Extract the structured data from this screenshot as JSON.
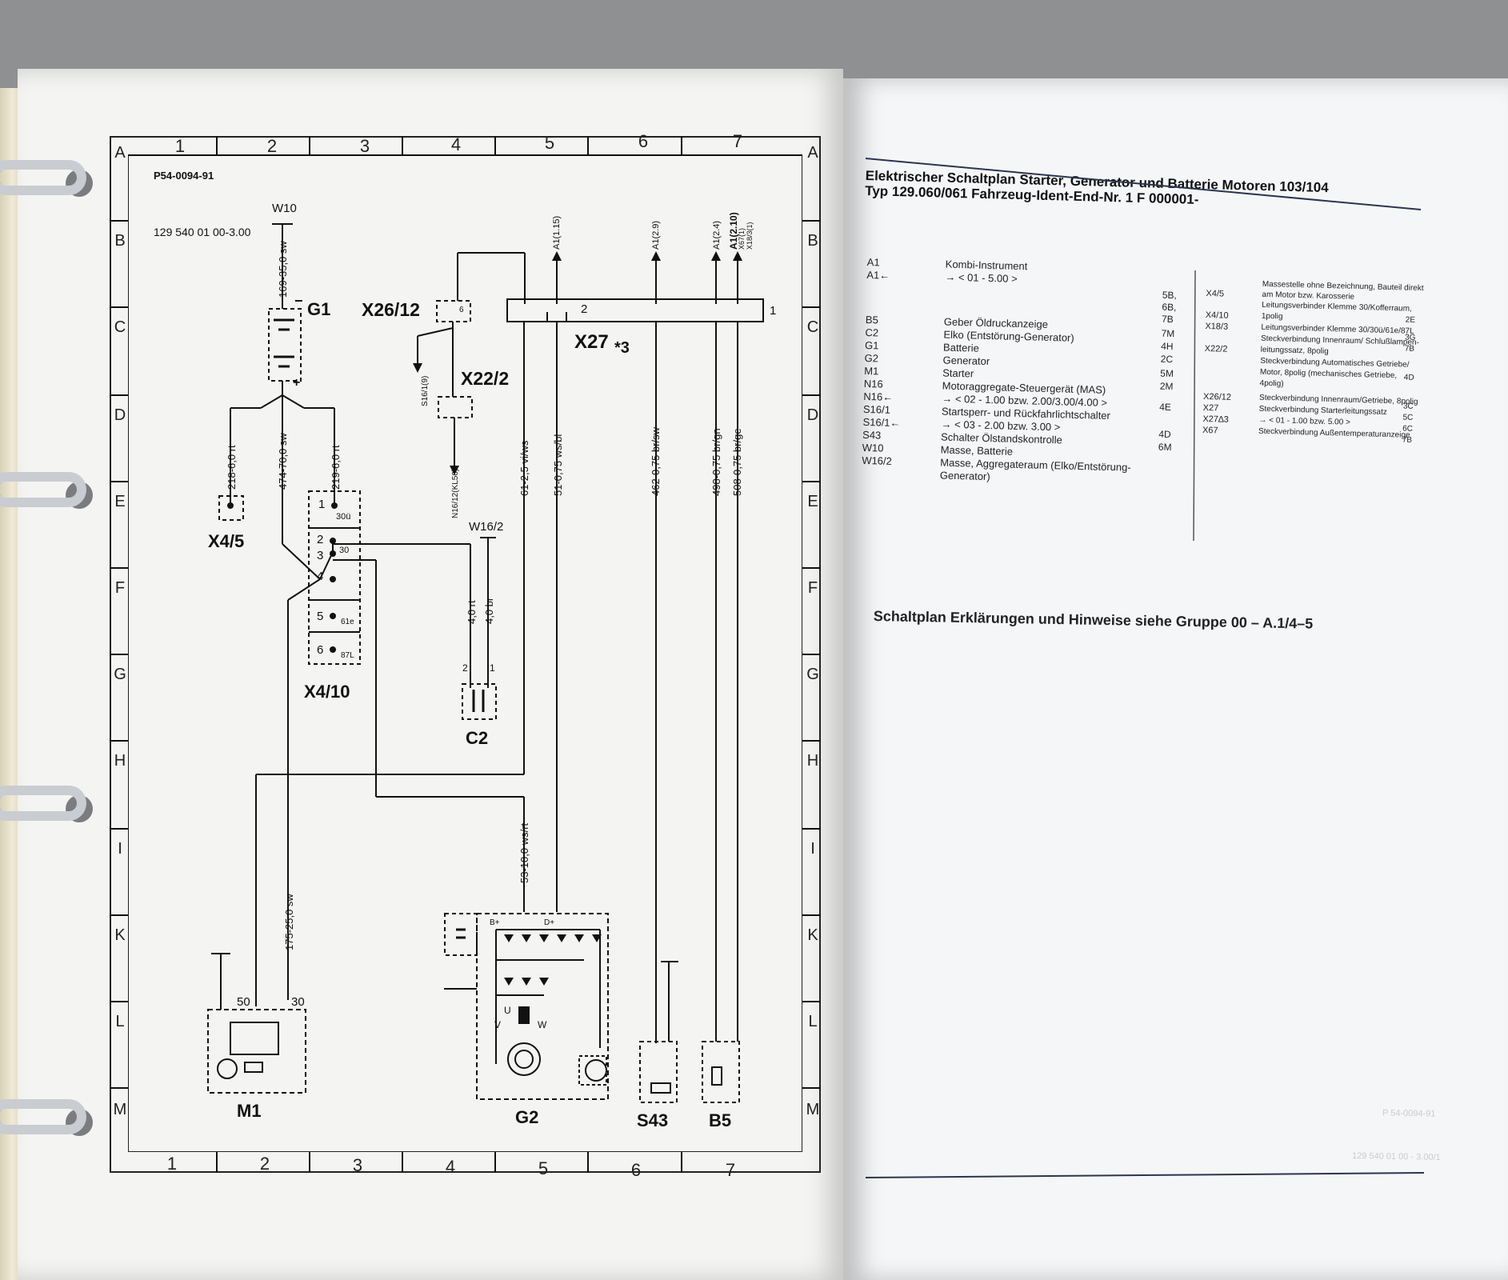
{
  "left_page": {
    "diagram_code": "P54-0094-91",
    "part_number": "129 540 01 00-3.00",
    "col_numbers": [
      "1",
      "2",
      "3",
      "4",
      "5",
      "6",
      "7"
    ],
    "row_letters": [
      "A",
      "B",
      "C",
      "D",
      "E",
      "F",
      "G",
      "H",
      "I",
      "K",
      "L",
      "M"
    ],
    "components": {
      "w10": "W10",
      "g1": "G1",
      "x26_12": "X26/12",
      "x27": "X27",
      "x27_star": "*3",
      "x22_2": "X22/2",
      "x4_5": "X4/5",
      "x4_10": "X4/10",
      "w16_2": "W16/2",
      "c2": "C2",
      "m1": "M1",
      "g2": "G2",
      "s43": "S43",
      "b5": "B5"
    },
    "wires": {
      "w169": "169-35,0 sw",
      "w218": "218-6,0 rt",
      "w474": "474-70,0 sw",
      "w219": "219-6,0 rt",
      "w61": "61-2,5 vi/ws",
      "w51": "51-0,75 ws/bl",
      "w462": "462-0,75 br/sw",
      "w498": "498-0,75 br/gn",
      "w508": "508-0,75 br/ge",
      "w53": "53-10,0 ws/rt",
      "w175": "175-25,0 sw",
      "w40rt": "4,0 rt",
      "w40br": "4,0 br",
      "a1_115": "A1(1.15)",
      "a1_29": "A1(2.9)",
      "a1_24": "A1(2.4)",
      "a1_210": "A1(2.10)",
      "x67": "X67(1)",
      "x18_3": "X18/3(1)",
      "s16_19": "S16/1(9)",
      "n16": "N16/12(KL50)"
    },
    "pins": {
      "g1_minus": "−",
      "g1_plus": "+",
      "x4_10_1": "1",
      "x4_10_30u": "30ü",
      "x4_10_2": "2",
      "x4_10_3": "3",
      "x4_10_30": "30",
      "x4_10_4": "4",
      "x4_10_5": "5",
      "x4_10_61e": "61e",
      "x4_10_6": "6",
      "x4_10_87l": "87L",
      "x27_1": "1",
      "x27_2": "2",
      "x26_6": "6",
      "c2_2": "2",
      "c2_1": "1",
      "m1_50": "50",
      "m1_30": "30",
      "g2_bplus": "B+",
      "g2_dplus": "D+",
      "g2_u": "U",
      "g2_v": "V",
      "g2_w": "W"
    }
  },
  "right_page": {
    "title_line1": "Elektrischer Schaltplan Starter, Generator und Batterie Motoren 103/104",
    "title_line2": "Typ 129.060/061 Fahrzeug-Ident-End-Nr. 1 F 000001-",
    "legend_left": [
      {
        "code": "A1",
        "desc": "Kombi-Instrument",
        "loc": ""
      },
      {
        "code": "A1←",
        "desc": "→ < 01 - 5.00 >",
        "loc": "5B, 6B, 7B"
      },
      {
        "code": "B5",
        "desc": "Geber Öldruckanzeige",
        "loc": "7M"
      },
      {
        "code": "C2",
        "desc": "Elko (Entstörung-Generator)",
        "loc": "4H"
      },
      {
        "code": "G1",
        "desc": "Batterie",
        "loc": "2C"
      },
      {
        "code": "G2",
        "desc": "Generator",
        "loc": "5M"
      },
      {
        "code": "M1",
        "desc": "Starter",
        "loc": "2M"
      },
      {
        "code": "N16",
        "desc": "Motoraggregate-Steuergerät (MAS)",
        "loc": ""
      },
      {
        "code": "N16←",
        "desc": "→ < 02 - 1.00 bzw. 2.00/3.00/4.00 >",
        "loc": "4E"
      },
      {
        "code": "S16/1",
        "desc": "Startsperr- und Rückfahrlichtschalter",
        "loc": ""
      },
      {
        "code": "S16/1←",
        "desc": "→ < 03 - 2.00 bzw. 3.00 >",
        "loc": "4D"
      },
      {
        "code": "S43",
        "desc": "Schalter Ölstandskontrolle",
        "loc": "6M"
      },
      {
        "code": "W10",
        "desc": "Masse, Batterie",
        "loc": ""
      },
      {
        "code": "W16/2",
        "desc": "Masse, Aggregateraum (Elko/Entstörung-",
        "loc": ""
      },
      {
        "code": "",
        "desc": "Generator)",
        "loc": ""
      }
    ],
    "legend_right": [
      {
        "code": "",
        "desc": "Massestelle ohne Bezeichnung, Bauteil direkt",
        "loc": ""
      },
      {
        "code": "X4/5",
        "desc": "am Motor bzw. Karosserie",
        "loc": ""
      },
      {
        "code": "",
        "desc": "Leitungsverbinder Klemme 30/Kofferraum,",
        "loc": ""
      },
      {
        "code": "X4/10",
        "desc": "1polig",
        "loc": "2E"
      },
      {
        "code": "X18/3",
        "desc": "Leitungsverbinder Klemme 30/30ü/61e/87L",
        "loc": "3G"
      },
      {
        "code": "",
        "desc": "Steckverbindung Innenraum/ Schlußlampen-",
        "loc": "7B"
      },
      {
        "code": "X22/2",
        "desc": "leitungssatz, 8polig",
        "loc": ""
      },
      {
        "code": "",
        "desc": "Steckverbindung Automatisches Getriebe/",
        "loc": ""
      },
      {
        "code": "",
        "desc": "Motor, 8polig (mechanisches Getriebe,",
        "loc": "4D"
      },
      {
        "code": "",
        "desc": "4polig)",
        "loc": ""
      },
      {
        "code": "X26/12",
        "desc": "Steckverbindung Innenraum/Getriebe, 8polig",
        "loc": "3C"
      },
      {
        "code": "X27",
        "desc": "Steckverbindung Starterleitungssatz",
        "loc": "5C"
      },
      {
        "code": "X27∆3",
        "desc": "→ < 01 - 1.00 bzw. 5.00 >",
        "loc": "6C"
      },
      {
        "code": "X67",
        "desc": "Steckverbindung Außentemperaturanzeige",
        "loc": "7B"
      }
    ],
    "note": "Schaltplan Erklärungen und Hinweise siehe Gruppe 00 – A.1/4–5",
    "footer_code": "P 54-0094-91",
    "footer_part": "129 540 01 00 - 3.00/1"
  }
}
